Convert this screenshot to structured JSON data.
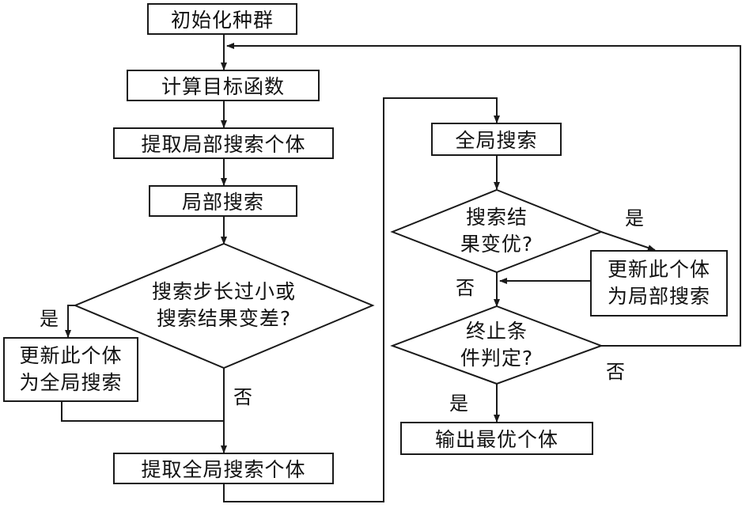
{
  "nodes": {
    "init": "初始化种群",
    "calc": "计算目标函数",
    "extract_local": "提取局部搜索个体",
    "local_search": "局部搜索",
    "decision_local": {
      "line1": "搜索步长过小或",
      "line2": "搜索结果变差?"
    },
    "update_global": {
      "line1": "更新此个体",
      "line2": "为全局搜索"
    },
    "extract_global": "提取全局搜索个体",
    "global_search": "全局搜索",
    "decision_global": {
      "line1": "搜索结",
      "line2": "果变优?"
    },
    "update_local": {
      "line1": "更新此个体",
      "line2": "为局部搜索"
    },
    "decision_stop": {
      "line1": "终止条",
      "line2": "件判定?"
    },
    "output": "输出最优个体"
  },
  "labels": {
    "yes_local": "是",
    "no_local": "否",
    "yes_global": "是",
    "no_global": "否",
    "yes_stop": "是",
    "no_stop": "否"
  }
}
